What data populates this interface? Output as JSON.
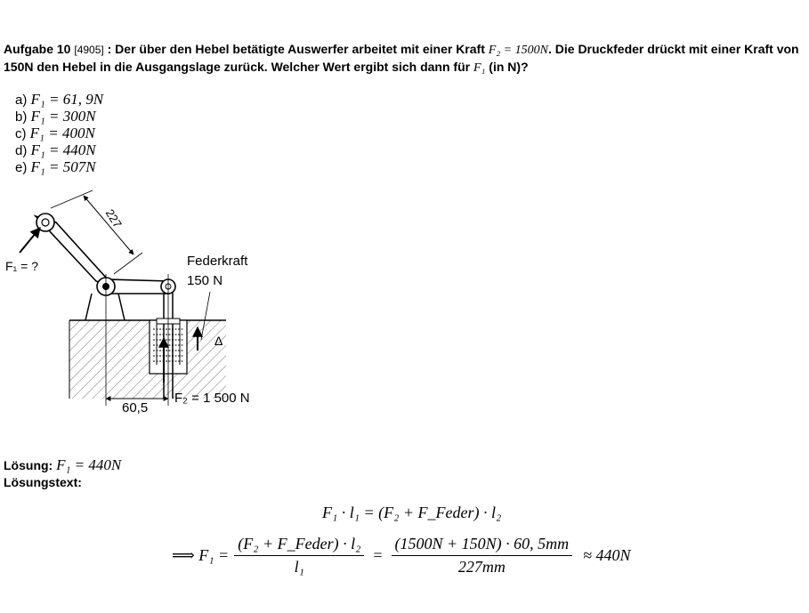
{
  "question": {
    "title": "Aufgabe 10",
    "number": "[4905]",
    "text_part1": ": Der über den Hebel betätigte Auswerfer arbeitet mit einer Kraft",
    "force_expr": "F₂ = 1500N",
    "text_part2": ". Die Druckfeder drückt mit einer Kraft von 150N den Hebel in die Ausgangslage zurück. Welcher Wert ergibt sich dann für",
    "target_var": "F₁",
    "text_part3": "(in N)?"
  },
  "answers": [
    {
      "letter": "a)",
      "value": "F₁ = 61, 9N"
    },
    {
      "letter": "b)",
      "value": "F₁ = 300N"
    },
    {
      "letter": "c)",
      "value": "F₁ = 400N"
    },
    {
      "letter": "d)",
      "value": "F₁ = 440N"
    },
    {
      "letter": "e)",
      "value": "F₁ = 507N"
    }
  ],
  "figure": {
    "dim_lever": "227",
    "label_f1": "F₁ = ?",
    "label_spring_1": "Federkraft",
    "label_spring_2": "150 N",
    "label_f2": "F₂ = 1 500 N",
    "dim_offset": "60,5",
    "label_delta": "Δ"
  },
  "solution": {
    "label": "Lösung:",
    "value": "F₁ = 440N",
    "text_label": "Lösungstext:"
  },
  "equations": {
    "line1": "F₁ · l₁ = (F₂ + F_Feder) · l₂",
    "implies_lhs": "⟹ F₁ =",
    "frac1_num": "(F₂ + F_Feder) · l₂",
    "frac1_den": "l₁",
    "equals": "=",
    "frac2_num": "(1500N + 150N) · 60, 5mm",
    "frac2_den": "227mm",
    "result": "≈ 440N"
  }
}
